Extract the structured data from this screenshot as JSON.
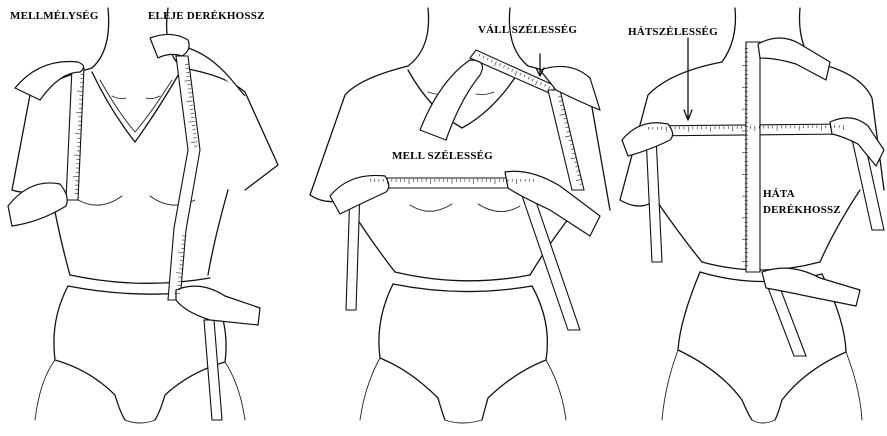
{
  "labels": {
    "chest_depth": "MELLMÉLYSÉG",
    "front_waist_length": "ELEJE DERÉKHOSSZ",
    "shoulder_width": "VÁLL SZÉLESSÉG",
    "bust_width": "MELL SZÉLESSÉG",
    "back_width": "HÁTSZÉLESSÉG",
    "back_waist_length_line1": "HÁTA",
    "back_waist_length_line2": "DERÉKHOSSZ"
  }
}
